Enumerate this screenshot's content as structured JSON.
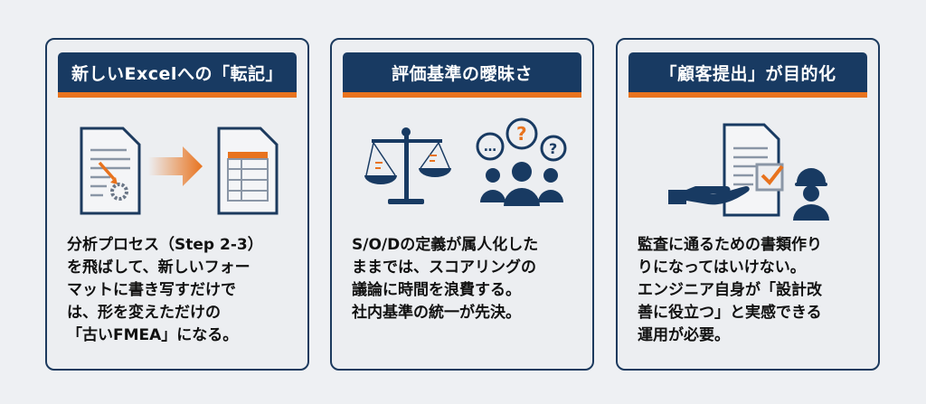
{
  "cards": [
    {
      "title": "新しいExcelへの「転記」",
      "lines": [
        "分析プロセス（Step 2-3）",
        "を飛ばして、新しいフォー",
        "マットに書き写すだけで",
        "は、形を変えただけの",
        "「古いFMEA」になる。"
      ]
    },
    {
      "title": "評価基準の曖昧さ",
      "lines": [
        "S/O/Dの定義が属人化した",
        "ままでは、スコアリングの",
        "議論に時間を浪費する。",
        "社内基準の統一が先決。"
      ]
    },
    {
      "title": "「顧客提出」が目的化",
      "lines": [
        "監査に通るための書類作り",
        "りになってはいけない。",
        "エンジニア自身が「設計改",
        "善に役立つ」と実感できる",
        "運用が必要。"
      ]
    }
  ],
  "colors": {
    "navy": "#183a62",
    "orange": "#e8731e"
  }
}
